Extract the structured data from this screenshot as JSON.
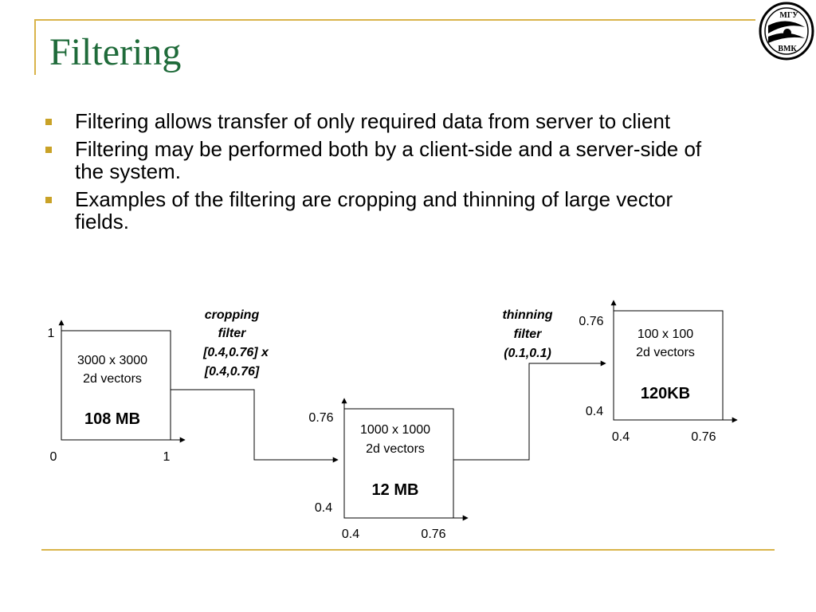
{
  "title": "Filtering",
  "logo": {
    "line1": "МГУ",
    "line2": "ВМК"
  },
  "bullets": [
    "Filtering allows transfer of only required data from server to client",
    "Filtering may be performed both by a client-side and a server-side of the system.",
    "Examples of the filtering are cropping and thinning of large vector fields."
  ],
  "diagram": {
    "box1": {
      "dims": "3000 x 3000",
      "kind": "2d vectors",
      "size": "108 MB",
      "y_top": "1",
      "origin": "0",
      "x_right": "1"
    },
    "crop_filter": {
      "line1": "cropping",
      "line2": "filter",
      "line3": "[0.4,0.76] x",
      "line4": "[0.4,0.76]"
    },
    "box2": {
      "dims": "1000 x 1000",
      "kind": "2d vectors",
      "size": "12 MB",
      "y_top": "0.76",
      "y_bottom": "0.4",
      "x_left": "0.4",
      "x_right": "0.76"
    },
    "thin_filter": {
      "line1": "thinning",
      "line2": "filter",
      "line3": "(0.1,0.1)"
    },
    "box3": {
      "dims": "100 x 100",
      "kind": "2d vectors",
      "size": "120KB",
      "y_top": "0.76",
      "y_bottom": "0.4",
      "x_left": "0.4",
      "x_right": "0.76"
    }
  }
}
